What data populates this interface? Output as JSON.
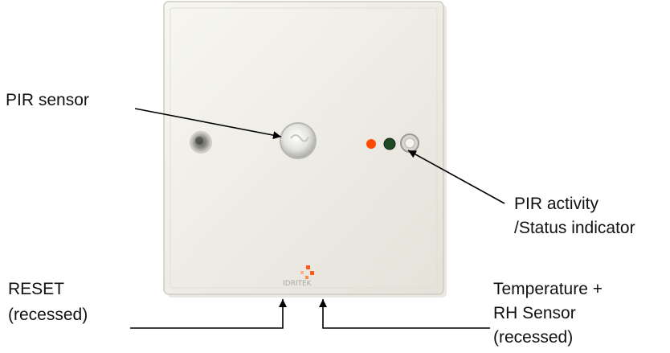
{
  "labels": {
    "pir_sensor": "PIR sensor",
    "pir_activity_line1": "PIR activity",
    "pir_activity_line2": "/Status indicator",
    "reset_line1": "RESET",
    "reset_line2": "(recessed)",
    "temp_line1": "Temperature +",
    "temp_line2": "RH Sensor",
    "temp_line3": "(recessed)"
  },
  "device": {
    "logo_text": "IDRITEK"
  },
  "colors": {
    "panel": "#eeece4",
    "panel_edge": "#c9c6bc",
    "led_orange": "#ff4a00",
    "led_green": "#1f4a24",
    "logo_accent": "#ff5a1a",
    "arrow": "#000000"
  }
}
